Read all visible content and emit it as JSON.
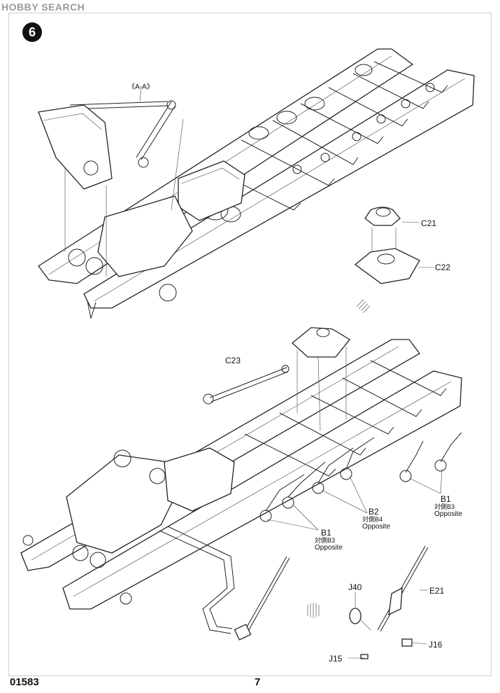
{
  "header": {
    "watermark": "HOBBY SEARCH"
  },
  "step": {
    "number": "6"
  },
  "callouts": {
    "section": "《A-A》",
    "c21": "C21",
    "c22": "C22",
    "c23": "C23",
    "b1_right": "B1",
    "b1_right_jp": "対側B3",
    "b1_right_en": "Opposite",
    "b2": "B2",
    "b2_jp": "対側B4",
    "b2_en": "Opposite",
    "b1_left": "B1",
    "b1_left_jp": "対側B3",
    "b1_left_en": "Opposite",
    "j40": "J40",
    "e21": "E21",
    "j16": "J16",
    "j15": "J15"
  },
  "footer": {
    "kit_number": "01583",
    "page_number": "7"
  }
}
